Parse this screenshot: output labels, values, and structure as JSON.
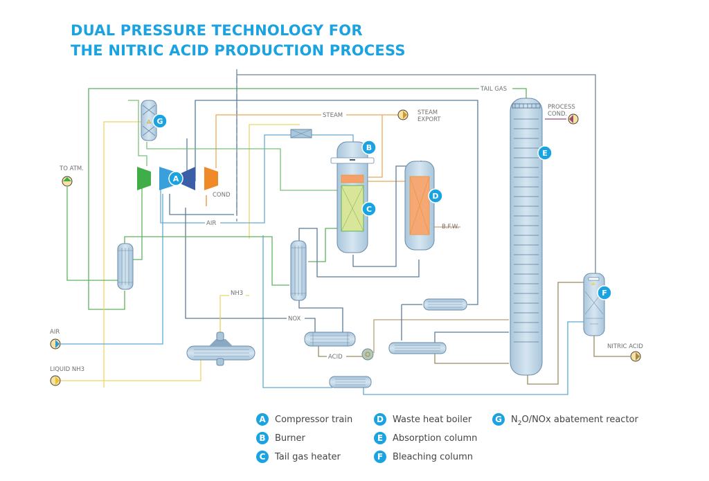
{
  "title": {
    "line1": "DUAL PRESSURE TECHNOLOGY FOR",
    "line2": "THE NITRIC ACID PRODUCTION PROCESS"
  },
  "colors": {
    "accent": "#1aa3e0",
    "green_line": "#5cb25c",
    "blue_line": "#5aa9d6",
    "dark_blue_line": "#4a6b8a",
    "orange_line": "#e8913a",
    "yellow_line": "#e8d66a",
    "brown_line": "#9c8a5a",
    "purple_line": "#9a4a7a"
  },
  "stream_labels": {
    "tail_gas": "TAIL GAS",
    "steam": "STEAM",
    "steam_export_1": "STEAM",
    "steam_export_2": "EXPORT",
    "process_cond_1": "PROCESS",
    "process_cond_2": "COND.",
    "to_atm": "TO ATM.",
    "cond": "COND",
    "air_mid": "AIR",
    "bfw": "B.F.W.",
    "nh3": "NH3",
    "nox": "NOX",
    "acid": "ACID",
    "air_in": "AIR",
    "liquid_nh3": "LIQUID NH3",
    "nitric_acid": "NITRIC ACID"
  },
  "equipment_badges": {
    "a": "A",
    "b": "B",
    "c": "C",
    "d": "D",
    "e": "E",
    "f": "F",
    "g": "G"
  },
  "legend": [
    {
      "key": "A",
      "label": "Compressor train"
    },
    {
      "key": "B",
      "label": "Burner"
    },
    {
      "key": "C",
      "label": "Tail gas heater"
    },
    {
      "key": "D",
      "label": "Waste heat boiler"
    },
    {
      "key": "E",
      "label": "Absorption column"
    },
    {
      "key": "F",
      "label": "Bleaching column"
    },
    {
      "key": "G",
      "label_pre": "N",
      "label_sub": "2",
      "label_post": "O/NOx abatement reactor"
    }
  ]
}
